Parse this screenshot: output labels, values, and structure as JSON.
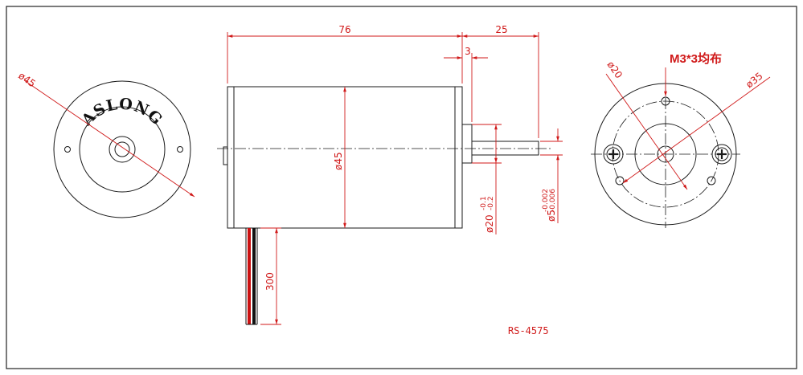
{
  "front_view": {
    "brand_text": "ASLONG",
    "diameter_label": "ø45"
  },
  "side_view": {
    "length_label": "76",
    "shaft_length_label": "25",
    "boss_length_label": "3",
    "body_diameter_label": "ø45",
    "lead_length_label": "300",
    "boss_diameter_label": "ø20",
    "boss_tol_upper": "-0.1",
    "boss_tol_lower": "-0.2",
    "shaft_diameter_label": "ø5",
    "shaft_tol_upper": "-0.002",
    "shaft_tol_lower": "-0.006"
  },
  "rear_view": {
    "hole_note": "M3*3均布",
    "inner_diameter_label": "ø20",
    "bolt_circle_label": "ø35"
  },
  "model_label": "RS-4575",
  "colors": {
    "dimension": "#d01a1a",
    "outline": "#1a1a1a",
    "wire_red": "#cc1111",
    "wire_black": "#111111"
  }
}
